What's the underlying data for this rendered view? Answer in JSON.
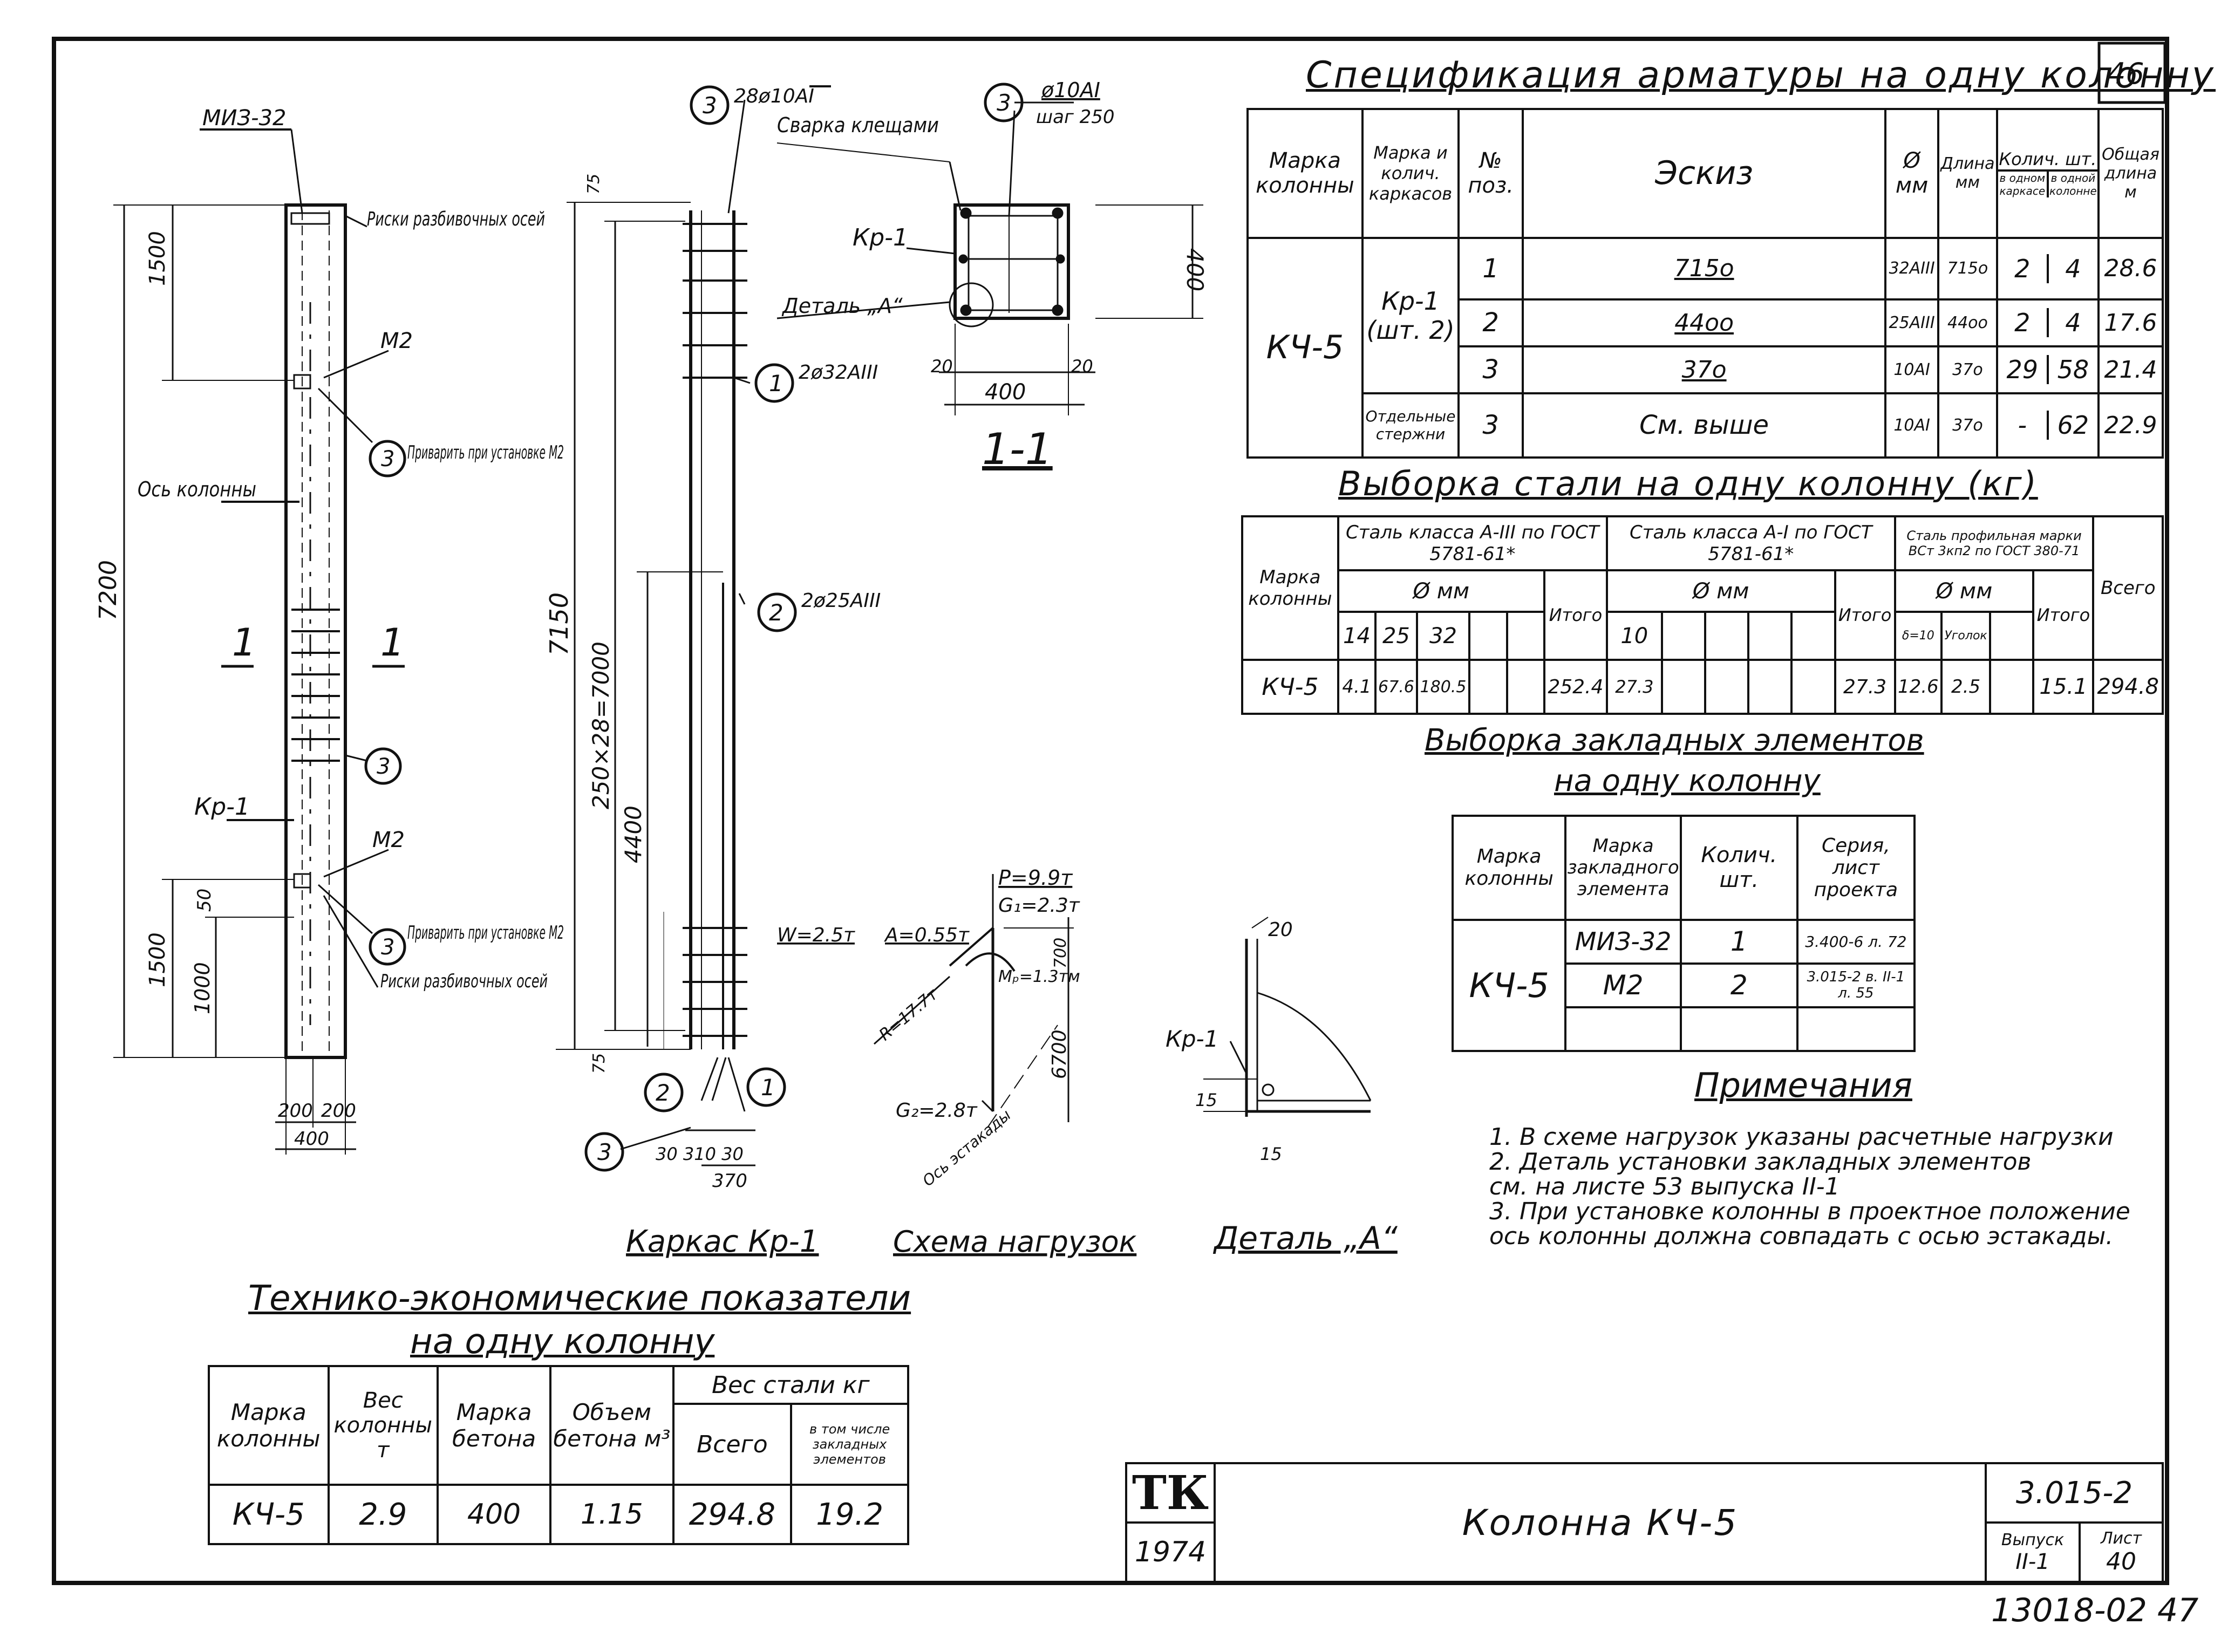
{
  "sheet_number_top": "46",
  "spec": {
    "title": "Спецификация арматуры на одну колонну",
    "headers": {
      "mark": "Марка колонны",
      "frame_mark": "Марка и колич. каркасов",
      "pos": "№ поз.",
      "sketch": "Эскиз",
      "dia": "Ø мм",
      "length": "Длина мм",
      "qty": "Колич. шт.",
      "qty_frame": "в одном каркасе",
      "qty_col": "в одной колонне",
      "total_len": "Общая длина м"
    },
    "column_mark": "КЧ-5",
    "frame": "Кр-1 (шт. 2)",
    "separate": "Отдельные стержни",
    "rows": [
      {
        "pos": "1",
        "sketch": "715о",
        "dia": "32АIII",
        "len": "715о",
        "qf": "2",
        "qc": "4",
        "total": "28.6"
      },
      {
        "pos": "2",
        "sketch": "44оо",
        "dia": "25АIII",
        "len": "44оо",
        "qf": "2",
        "qc": "4",
        "total": "17.6"
      },
      {
        "pos": "3",
        "sketch": "37о",
        "dia": "10АI",
        "len": "37о",
        "qf": "29",
        "qc": "58",
        "total": "21.4"
      },
      {
        "pos": "3",
        "sketch": "См. выше",
        "dia": "10АI",
        "len": "37о",
        "qf": "-",
        "qc": "62",
        "total": "22.9"
      }
    ]
  },
  "steel": {
    "title": "Выборка стали на одну колонну (кг)",
    "mark_label": "Марка колонны",
    "class_a3": "Сталь класса А-III по ГОСТ 5781-61*",
    "class_a1": "Сталь класса А-I по ГОСТ 5781-61*",
    "profile": "Сталь профильная марки ВСт 3кп2 по ГОСТ 380-71",
    "dia_label": "Ø мм",
    "total_label": "Итого",
    "grand_label": "Всего",
    "a3_dias": [
      "14",
      "25",
      "32"
    ],
    "a1_dias": [
      "10"
    ],
    "profile_dias": [
      "δ=10",
      "Уголок"
    ],
    "row": {
      "mark": "КЧ-5",
      "a3": [
        "4.1",
        "67.6",
        "180.5"
      ],
      "a3_total": "252.4",
      "a1": [
        "27.3"
      ],
      "a1_total": "27.3",
      "prof": [
        "12.6",
        "2.5"
      ],
      "prof_total": "15.1",
      "grand": "294.8"
    }
  },
  "embedded": {
    "title1": "Выборка закладных элементов",
    "title2": "на одну колонну",
    "headers": {
      "mark": "Марка колонны",
      "el_mark": "Марка закладного элемента",
      "qty": "Колич. шт.",
      "series": "Серия, лист проекта"
    },
    "column_mark": "КЧ-5",
    "rows": [
      {
        "el": "МИЗ-32",
        "qty": "1",
        "series": "3.400-6 л. 72"
      },
      {
        "el": "М2",
        "qty": "2",
        "series": "3.015-2 в. II-1 л. 55"
      }
    ]
  },
  "notes": {
    "title": "Примечания",
    "items": [
      "1. В схеме нагрузок указаны расчетные нагрузки",
      "2. Деталь установки закладных элементов",
      "    см. на листе 53 выпуска II-1",
      "3. При установке колонны в проектное положение",
      "    ось колонны должна совпадать с осью эстакады."
    ]
  },
  "tech": {
    "title1": "Технико-экономические показатели",
    "title2": "на одну колонну",
    "headers": {
      "mark": "Марка колонны",
      "weight": "Вес колонны т",
      "concrete": "Марка бетона",
      "volume": "Объем бетона м³",
      "steel": "Вес стали кг",
      "total": "Всего",
      "incl": "в том числе закладных элементов"
    },
    "row": {
      "mark": "КЧ-5",
      "weight": "2.9",
      "concrete": "400",
      "volume": "1.15",
      "total": "294.8",
      "incl": "19.2"
    }
  },
  "stamp": {
    "logo": "ТК",
    "year": "1974",
    "title": "Колонна КЧ-5",
    "series": "3.015-2",
    "issue_label": "Выпуск",
    "issue": "II-1",
    "sheet_label": "Лист",
    "sheet": "40"
  },
  "archive_number": "13018-02 47",
  "drawing": {
    "col_labels": {
      "miz": "МИЗ-32",
      "risk_top": "Риски разбивочных осей",
      "m2_top": "М2",
      "weld_top": "Приварить при установке М2",
      "axis": "Ось колонны",
      "kr": "Кр-1",
      "m2_bot": "М2",
      "weld_bot": "Приварить при установке М2",
      "risk_bot": "Риски разбивочных осей",
      "section_mark": "1",
      "d7200": "7200",
      "d1500": "1500",
      "d1500b": "1500",
      "d1000": "1000",
      "d50": "50",
      "d200a": "200",
      "d200b": "200",
      "d400": "400"
    },
    "frame_labels": {
      "pos3_top": "28ø10АI",
      "pos1": "2ø32АIII",
      "pos2": "2ø25АIII",
      "d7150": "7150",
      "d250x28": "250×28=7000",
      "d4400": "4400",
      "d75": "75",
      "d75b": "75",
      "bottom_dims": "30 310 30",
      "d370": "370",
      "caption": "Каркас Кр-1",
      "c1": "1",
      "c2": "2",
      "c3": "3"
    },
    "section_labels": {
      "weld": "Сварка клещами",
      "kr": "Кр-1",
      "detail": "Деталь „А“",
      "pos3": "ø10АI",
      "step": "шаг 250",
      "d400v": "400",
      "d400h": "400",
      "d20a": "20",
      "d20b": "20",
      "caption": "1-1"
    },
    "load_labels": {
      "W": "W=2.5т",
      "A": "A=0.55т",
      "P": "P=9.9т",
      "G1": "G₁=2.3т",
      "R": "R=17.7т",
      "M": "Mₚ=1.3тм",
      "G2": "G₂=2.8т",
      "d6700": "6700",
      "d700": "700",
      "axis": "Ось эстакады",
      "caption": "Схема нагрузок"
    },
    "detail_labels": {
      "d20": "20",
      "kr": "Кр-1",
      "d15a": "15",
      "d15b": "15",
      "caption": "Деталь „А“"
    }
  }
}
